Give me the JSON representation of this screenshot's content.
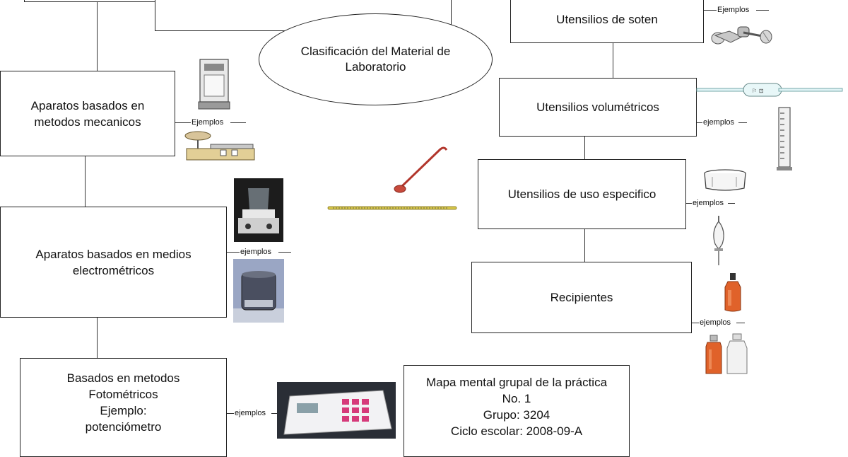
{
  "central_title": "Clasificación del Material de Laboratorio",
  "nodes": {
    "sosten": "Utensilios de soten",
    "volumetricos": "Utensilios volumétricos",
    "uso_especifico": "Utensilios de uso especifico",
    "recipientes": "Recipientes",
    "mecanicos_line1": "Aparatos basados en",
    "mecanicos_line2": "metodos mecanicos",
    "electro_line1": "Aparatos basados en medios",
    "electro_line2": "electrométricos",
    "foto_line1": "Basados en metodos",
    "foto_line2": "Fotométricos",
    "foto_line3": "Ejemplo:",
    "foto_line4": "potenciómetro"
  },
  "examples_labels": {
    "sosten": "Ejemplos",
    "volumetricos": "ejemplos",
    "uso_especifico": "ejemplos",
    "recipientes": "ejemplos",
    "mecanicos": "Ejemplos",
    "electro": "ejemplos",
    "foto": "ejemplos"
  },
  "info_box": {
    "line1": "Mapa mental grupal de la práctica",
    "line2": "No. 1",
    "line3": "Grupo: 3204",
    "line4": "Ciclo escolar: 2008-09-A"
  },
  "colors": {
    "border": "#222222",
    "bottle_orange": "#e0622a",
    "phmeter_pink": "#d63a7a",
    "photo_dark": "#1a1a1a",
    "thermometer_yellow": "#d8c84a"
  },
  "icons": [
    "clamp-icon",
    "pipette-icon",
    "graduated-cylinder-icon",
    "crystallizer-icon",
    "separatory-funnel-icon",
    "amber-bottle-icon",
    "reagent-bottle-icon",
    "analytical-balance-icon",
    "triple-beam-balance-icon",
    "hotplate-photo",
    "water-bath-photo",
    "spatula-icon",
    "thermometer-icon",
    "ph-meter-photo"
  ]
}
